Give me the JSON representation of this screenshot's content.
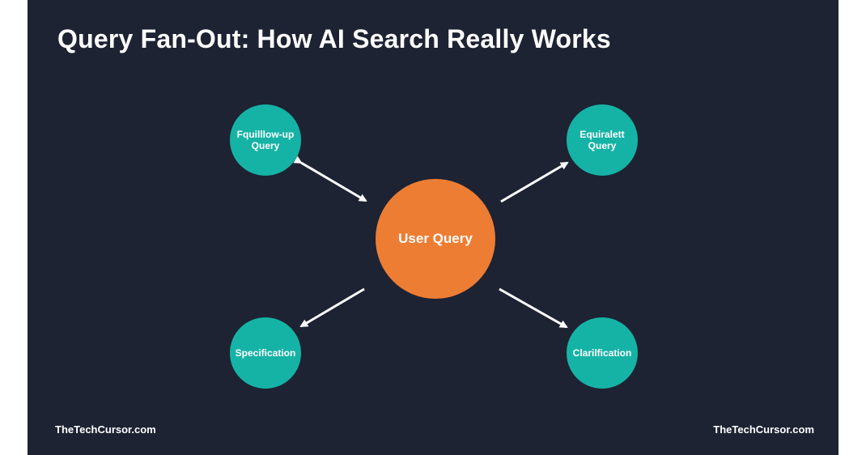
{
  "title": "Query Fan-Out: How AI Search Really Works",
  "center_node": {
    "label": "User Query",
    "color": "#ee7d34"
  },
  "nodes": [
    {
      "label": "Fquilllow-up\nQuery",
      "color": "#15b3a5"
    },
    {
      "label": "Equiralett\nQuery",
      "color": "#15b3a5"
    },
    {
      "label": "Specification",
      "color": "#15b3a5"
    },
    {
      "label": "Clarilfication",
      "color": "#15b3a5"
    }
  ],
  "footer": {
    "left": "TheTechCursor.com",
    "right": "TheTechCursor.com"
  },
  "colors": {
    "background": "#1d2333",
    "text": "#ffffff",
    "arrow": "#ffffff"
  }
}
